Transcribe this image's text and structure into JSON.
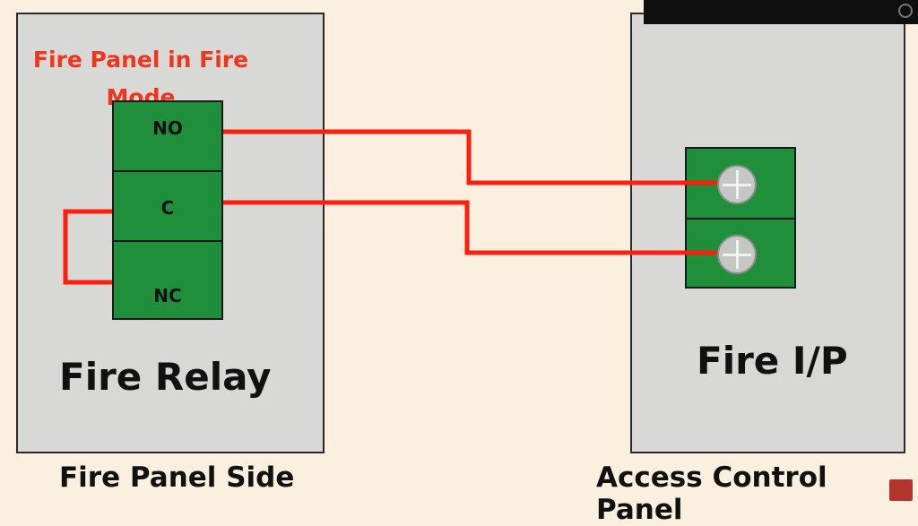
{
  "colors": {
    "background": "#fbefe0",
    "panel": "#d8d8d6",
    "terminal_green": "#1f8f3c",
    "wire_red": "#ff1e0e",
    "mode_label_red": "#f0351d"
  },
  "left_panel": {
    "mode_label": "Fire Panel in Fire Mode",
    "terminals": [
      "NO",
      "C",
      "NC"
    ],
    "device_label": "Fire Relay",
    "footer_label": "Fire Panel Side"
  },
  "right_panel": {
    "device_label": "Fire I/P",
    "footer_label": "Access Control Panel",
    "screws": [
      "screw-icon",
      "screw-icon"
    ]
  },
  "icons": {
    "overlay": "circle-icon",
    "badge": "channel-logo-icon"
  }
}
